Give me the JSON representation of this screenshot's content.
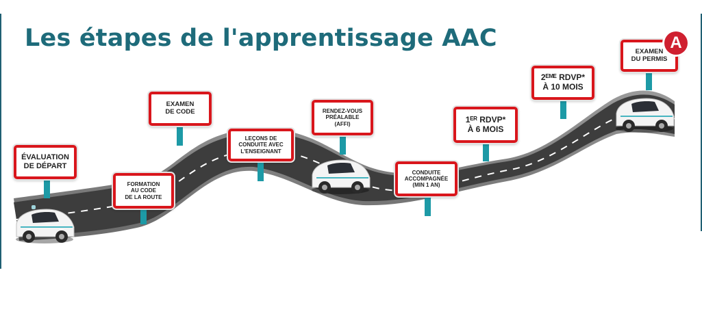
{
  "title": "Les étapes de l'apprentissage AAC",
  "signs": [
    {
      "id": "evaluation",
      "lines": [
        "ÉVALUATION",
        "DE DÉPART"
      ]
    },
    {
      "id": "formation",
      "lines": [
        "FORMATION",
        "AU CODE",
        "DE LA ROUTE"
      ]
    },
    {
      "id": "examen-code",
      "lines": [
        "EXAMEN",
        "DE CODE"
      ]
    },
    {
      "id": "lecons",
      "lines": [
        "LEÇONS DE",
        "CONDUITE AVEC",
        "L'ENSEIGNANT"
      ]
    },
    {
      "id": "rdv-prealable",
      "lines": [
        "RENDEZ-VOUS",
        "PRÉALABLE",
        "(AFFI)"
      ]
    },
    {
      "id": "conduite",
      "lines": [
        "CONDUITE",
        "ACCOMPAGNÉE",
        "(MIN 1 AN)"
      ]
    },
    {
      "id": "rdvp1",
      "lines": [
        "1ᴱᴿ RDVP*",
        "À 6 MOIS"
      ]
    },
    {
      "id": "rdvp2",
      "lines": [
        "2ᴱᴹᴱ RDVP*",
        "À 10 MOIS"
      ]
    },
    {
      "id": "examen-permis",
      "lines": [
        "EXAMEN",
        "DU PERMIS"
      ]
    }
  ],
  "badge": "A",
  "colors": {
    "title": "#1e6b7a",
    "sign_border": "#d9161c",
    "post": "#1d9aa6",
    "road": "#3d3d3d",
    "badge": "#cf2030"
  }
}
